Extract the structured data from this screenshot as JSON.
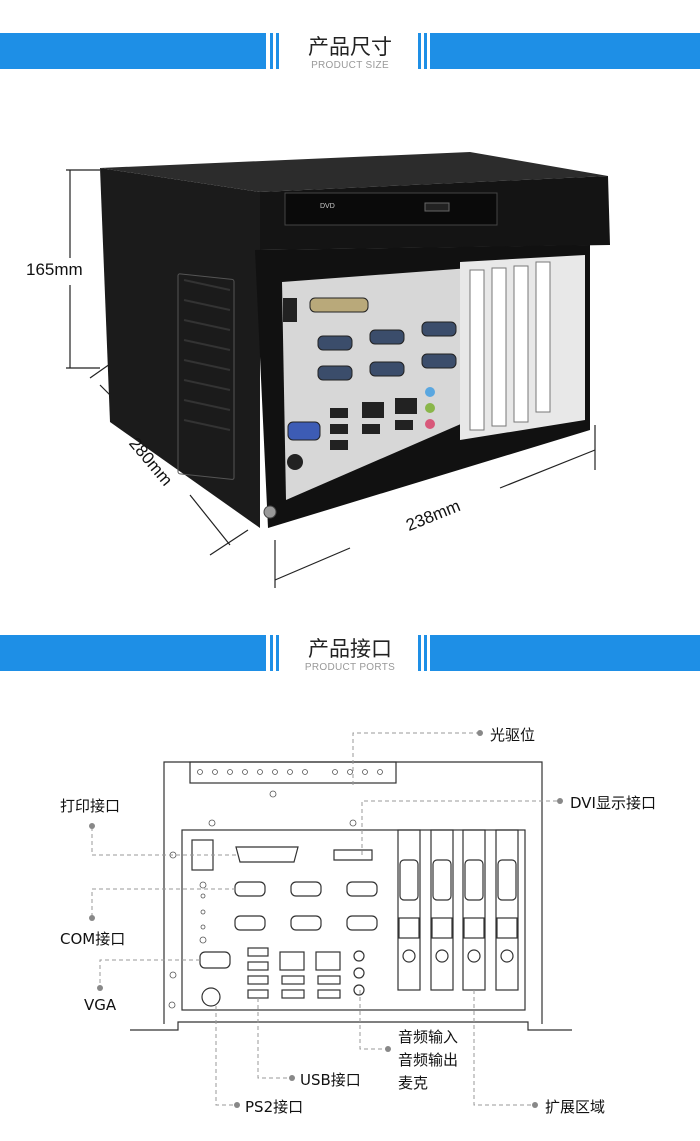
{
  "section_size": {
    "title": "产品尺寸",
    "subtitle": "PRODUCT SIZE"
  },
  "dimensions": {
    "height": "165mm",
    "depth": "280mm",
    "width": "238mm"
  },
  "section_ports": {
    "title": "产品接口",
    "subtitle": "PRODUCT PORTS"
  },
  "ports": {
    "optical_drive": "光驱位",
    "dvi": "DVI显示接口",
    "printer": "打印接口",
    "com": "COM接口",
    "vga": "VGA",
    "audio_in": "音频输入",
    "audio_out": "音频输出",
    "mic": "麦克",
    "usb": "USB接口",
    "ps2": "PS2接口",
    "expansion": "扩展区域"
  },
  "colors": {
    "accent": "#1e8fe6",
    "chassis": "#1a1a1a",
    "line": "#888888"
  }
}
